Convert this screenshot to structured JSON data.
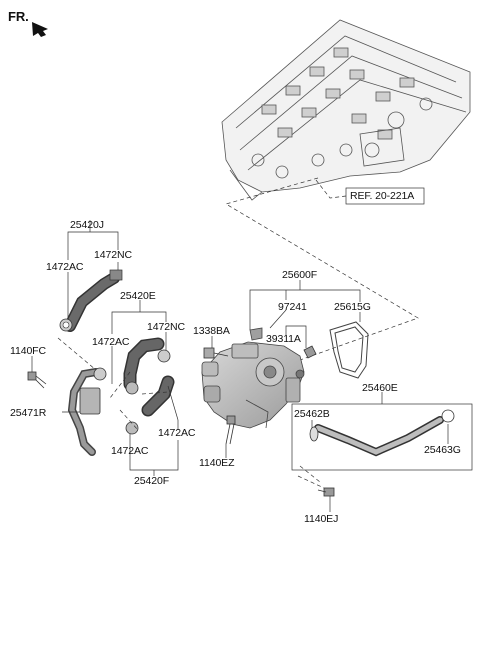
{
  "header": {
    "front_marker": "FR."
  },
  "reference": {
    "label": "REF. 20-221A"
  },
  "parts": {
    "p25420J": "25420J",
    "p1472NC_top": "1472NC",
    "p1472AC_top": "1472AC",
    "p25420E": "25420E",
    "p1472NC_mid": "1472NC",
    "p1472AC_mid": "1472AC",
    "p1338BA": "1338BA",
    "p1140FC": "1140FC",
    "p25471R": "25471R",
    "p1472AC_low1": "1472AC",
    "p1472AC_low2": "1472AC",
    "p25420F": "25420F",
    "p1140EZ": "1140EZ",
    "p25600F": "25600F",
    "p97241": "97241",
    "p25615G": "25615G",
    "p39311A": "39311A",
    "p25460E": "25460E",
    "p25462B": "25462B",
    "p25463G": "25463G",
    "p1140EJ": "1140EJ"
  },
  "colors": {
    "line": "#333333",
    "hose": "#555555",
    "part": "#8a8a8a",
    "ink": "#111111"
  }
}
